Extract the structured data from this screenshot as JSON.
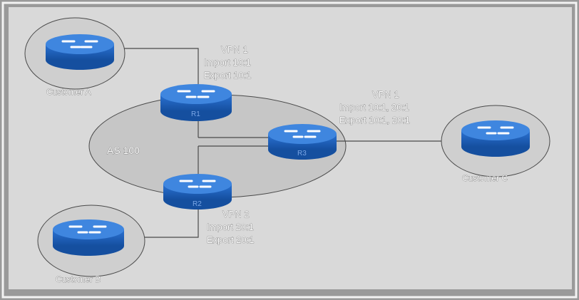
{
  "diagram": {
    "as_label": "AS 100",
    "customers": [
      {
        "id": "a",
        "label": "Customer A"
      },
      {
        "id": "b",
        "label": "Customer B"
      },
      {
        "id": "c",
        "label": "Customer C"
      }
    ],
    "routers": [
      {
        "id": "r1",
        "label": "R1"
      },
      {
        "id": "r2",
        "label": "R2"
      },
      {
        "id": "r3",
        "label": "R3"
      }
    ],
    "vpn_blocks": [
      {
        "id": "vpn1-top",
        "lines": [
          "VPN 1",
          "Import 10:1",
          "Export 10:1"
        ]
      },
      {
        "id": "vpn1-right",
        "lines": [
          "VPN 1",
          "Import 10:1, 20:1",
          "Export 10:1, 20:1"
        ]
      },
      {
        "id": "vpn2",
        "lines": [
          "VPN 2",
          "Import 20:1",
          "Export 20:1"
        ]
      }
    ],
    "colors": {
      "router_body": "#1f63c4",
      "router_top": "#3f86df",
      "as_fill": "#c6c6c6",
      "customer_fill": "#cfcfcf",
      "panel_fill": "#d9d9d9",
      "outer_border": "#f3f3f3",
      "line": "#4a4a4a"
    }
  }
}
